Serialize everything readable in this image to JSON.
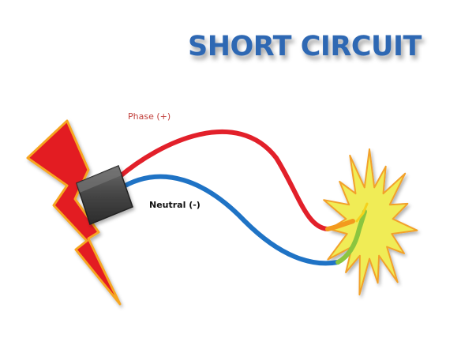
{
  "title": "SHORT CIRCUIT",
  "labels": {
    "phase": "Phase (+)",
    "neutral": "Neutral (-)"
  },
  "icons": {
    "lightning": "lightning-bolt-icon",
    "plug": "plug-connector-icon",
    "spark": "spark-burst-icon"
  },
  "colors": {
    "title": "#2f68b3",
    "phase_wire": "#e2202a",
    "neutral_wire": "#1f73c5",
    "phase_label": "#c2413d",
    "neutral_label": "#111111",
    "bolt_fill": "#e31e24",
    "bolt_outline": "#f6a623",
    "plug": "#4a4a4a",
    "spark_fill": "#f0ec57",
    "spark_outline": "#f2a12c",
    "phase_tip": "#f39a1e",
    "neutral_tip": "#8bc53f"
  }
}
